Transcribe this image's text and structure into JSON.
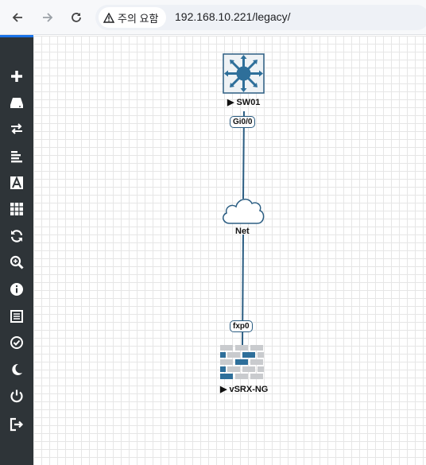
{
  "browser": {
    "back_icon": "arrow-left-icon",
    "forward_icon": "arrow-right-icon",
    "reload_icon": "reload-icon",
    "security_label": "주의 요함",
    "url": "192.168.10.221/legacy/"
  },
  "sidebar": {
    "items": [
      {
        "icon": "plus-icon"
      },
      {
        "icon": "drive-icon"
      },
      {
        "icon": "exchange-icon"
      },
      {
        "icon": "align-left-icon"
      },
      {
        "icon": "font-icon"
      },
      {
        "icon": "grid-icon"
      },
      {
        "icon": "refresh-icon"
      },
      {
        "icon": "zoom-icon"
      },
      {
        "icon": "info-icon"
      },
      {
        "icon": "list-icon"
      },
      {
        "icon": "check-circle-icon"
      },
      {
        "icon": "moon-icon"
      },
      {
        "icon": "power-icon"
      },
      {
        "icon": "sign-out-icon"
      }
    ]
  },
  "topology": {
    "nodes": [
      {
        "name": "SW01",
        "type": "switch"
      },
      {
        "name": "Net",
        "type": "cloud"
      },
      {
        "name": "vSRX-NG",
        "type": "firewall"
      }
    ],
    "interfaces": {
      "sw01": "Gi0/0",
      "vsrx": "fxp0"
    }
  },
  "colors": {
    "sidebar_bg": "#2e3438",
    "link": "#2b5d82",
    "switch_blue": "#2e6f9a"
  }
}
